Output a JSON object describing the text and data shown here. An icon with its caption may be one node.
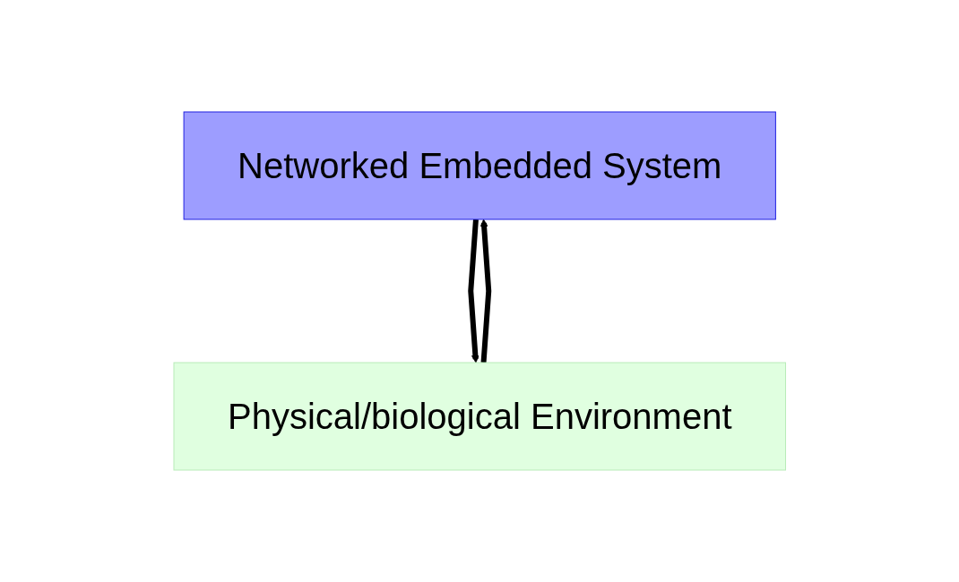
{
  "diagram": {
    "nodes": [
      {
        "text": [
          "Networked Embedded System"
        ]
      },
      {
        "text": [
          "Physical/biological Environment"
        ]
      }
    ],
    "edges": [
      {
        "from": 0,
        "to": 1,
        "arrow": "to"
      },
      {
        "from": 1,
        "to": 0,
        "arrow": "to"
      }
    ]
  }
}
